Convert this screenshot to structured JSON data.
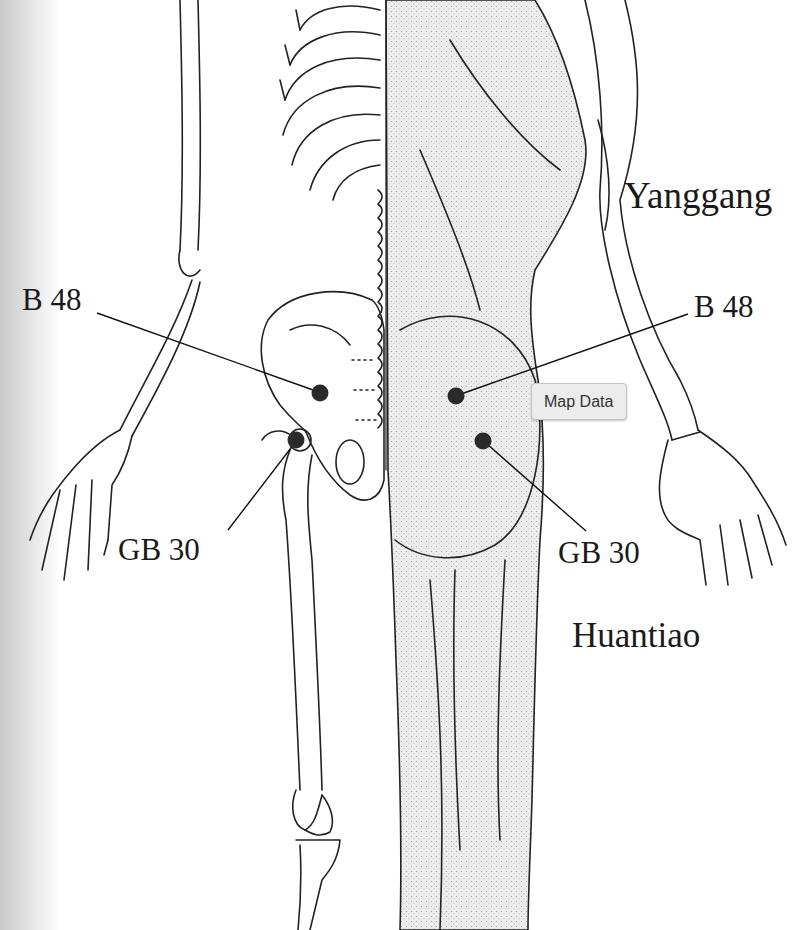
{
  "diagram": {
    "nodes": [
      {
        "text": [
          "Map Data"
        ]
      }
    ],
    "labels": [
      "Yanggang",
      "B 48",
      "B 48",
      "GB 30",
      "GB 30",
      "Huantiao"
    ]
  }
}
